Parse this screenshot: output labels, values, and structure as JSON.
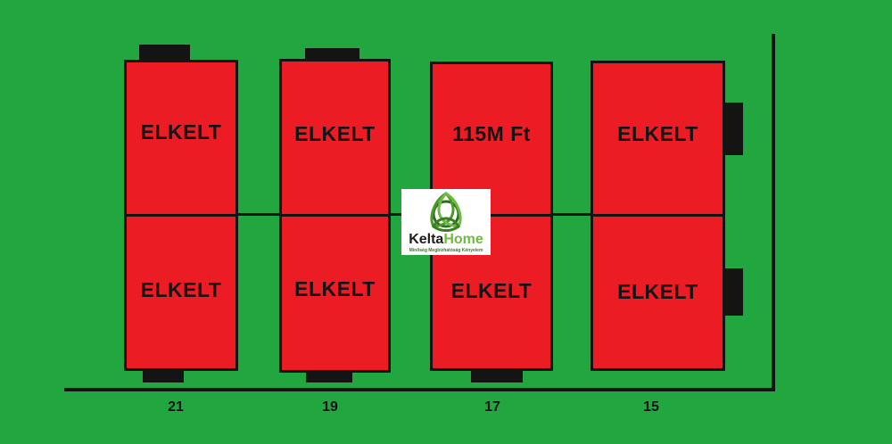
{
  "colors": {
    "background": "#22a63f",
    "unit_fill": "#ec1c24",
    "outline": "#141414",
    "logo_green": "#6dbb3f"
  },
  "units": [
    {
      "top_label": "ELKELT",
      "bottom_label": "ELKELT",
      "house_number": "21"
    },
    {
      "top_label": "ELKELT",
      "bottom_label": "ELKELT",
      "house_number": "19"
    },
    {
      "top_label": "115M Ft",
      "bottom_label": "ELKELT",
      "house_number": "17"
    },
    {
      "top_label": "ELKELT",
      "bottom_label": "ELKELT",
      "house_number": "15"
    }
  ],
  "logo": {
    "brand_part1": "Kelta",
    "brand_part2": "Home",
    "tagline": "Minőség Megbízhatóság Kényelem",
    "icon": "celtic-triquetra-icon"
  }
}
